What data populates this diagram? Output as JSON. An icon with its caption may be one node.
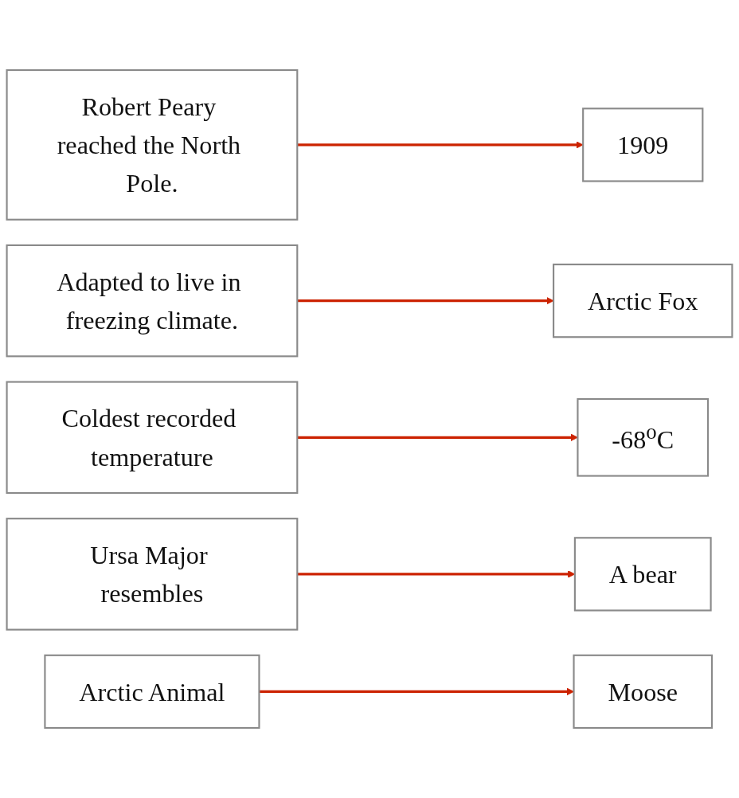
{
  "diagram": {
    "nodes": [
      {
        "text": [
          "Robert Peary reached the North Pole."
        ]
      },
      {
        "text": [
          "Adapted to live in freezing climate."
        ]
      },
      {
        "text": [
          "Coldest recorded temperature"
        ]
      },
      {
        "text": [
          "Ursa Major resembles"
        ]
      },
      {
        "text": [
          "Arctic Animal"
        ]
      },
      {
        "text": [
          "A bear"
        ]
      },
      {
        "text": [
          "Arctic Fox"
        ]
      },
      {
        "text": [
          "-68$^{o}$C"
        ]
      },
      {
        "text": [
          "Moose"
        ]
      },
      {
        "text": [
          "1909"
        ]
      }
    ],
    "edges": [
      {
        "from": 0,
        "to": 9,
        "arrow": "to",
        "color": "#cc2200"
      },
      {
        "from": 1,
        "to": 6,
        "arrow": "to",
        "color": "#cc2200"
      },
      {
        "from": 2,
        "to": 7,
        "arrow": "to",
        "color": "#cc2200"
      },
      {
        "from": 3,
        "to": 5,
        "arrow": "to",
        "color": "#cc2200"
      },
      {
        "from": 4,
        "to": 8,
        "arrow": "to",
        "color": "#cc2200"
      }
    ]
  }
}
